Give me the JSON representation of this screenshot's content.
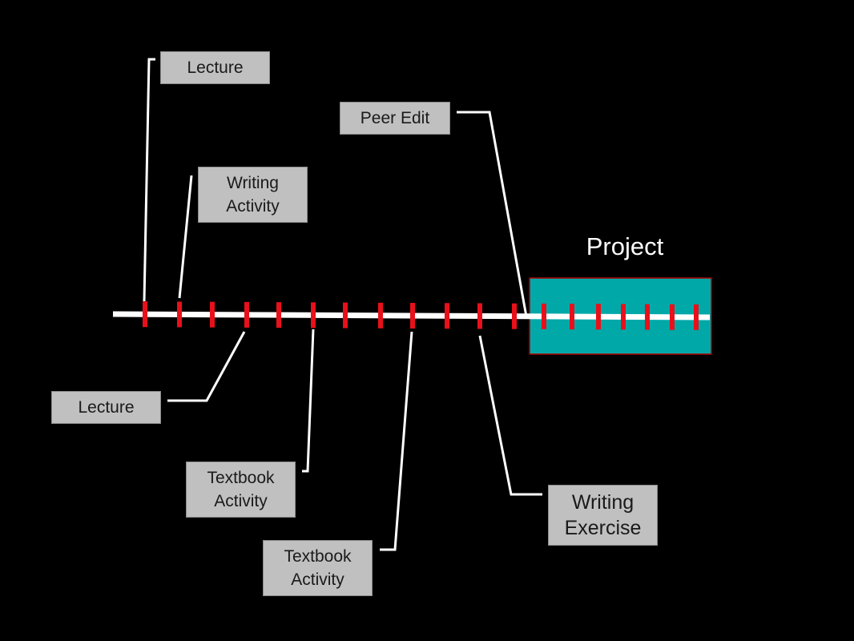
{
  "colors": {
    "background": "#000000",
    "timeline": "#ffffff",
    "tick": "#e8101a",
    "project_fill": "#00a8a8",
    "project_border": "#b00000",
    "label_box": "#c0c0c0",
    "label_text": "#1a1a1a",
    "connector": "#ffffff"
  },
  "project": {
    "title": "Project"
  },
  "labels": {
    "lecture_top": "Lecture",
    "peer_edit": "Peer Edit",
    "writing_activity": "Writing\nActivity",
    "lecture_bottom": "Lecture",
    "textbook_activity_1": "Textbook\nActivity",
    "textbook_activity_2": "Textbook\nActivity",
    "writing_exercise": "Writing\nExercise"
  }
}
